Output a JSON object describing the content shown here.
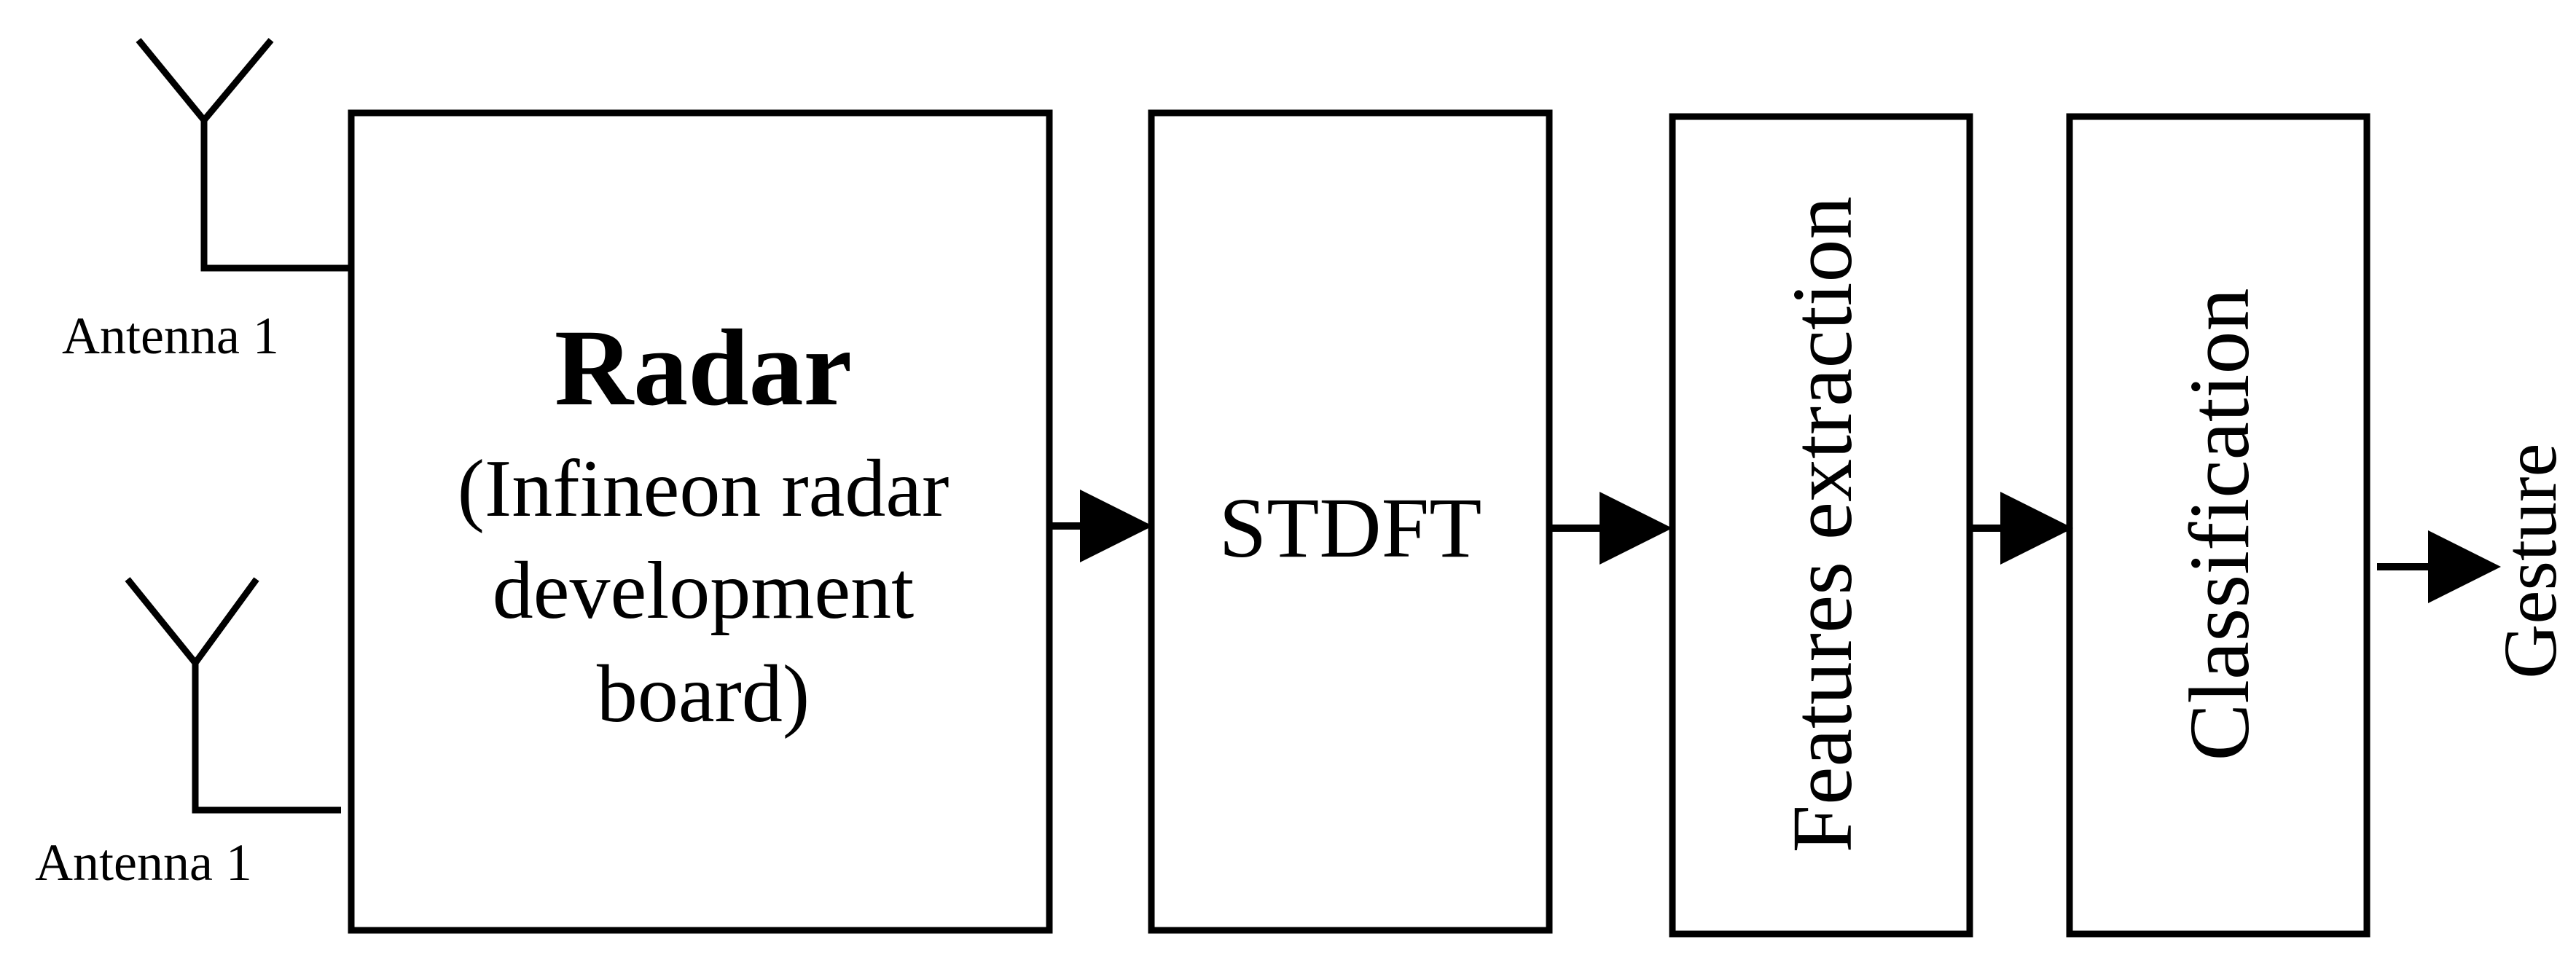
{
  "diagram": {
    "antennas": [
      {
        "label": "Antenna 1"
      },
      {
        "label": "Antenna 1"
      }
    ],
    "radar": {
      "title": "Radar",
      "subtitle_lines": [
        "(Infineon radar",
        "development",
        "board)"
      ]
    },
    "stdft": {
      "label": "STDFT"
    },
    "features": {
      "label": "Features extraction"
    },
    "classification": {
      "label": "Classification"
    },
    "output": {
      "label": "Gesture"
    },
    "colors": {
      "stroke": "#000000",
      "background": "#ffffff"
    }
  }
}
